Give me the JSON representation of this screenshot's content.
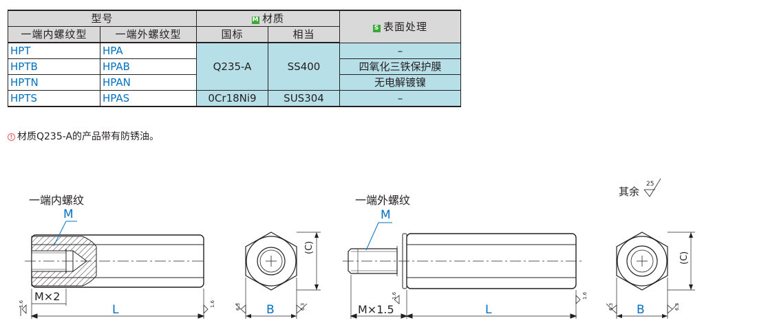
{
  "table": {
    "model_header": "型号",
    "material_header": "材质",
    "material_tag": "M",
    "surface_header": "表面处理",
    "surface_tag": "S",
    "col_internal": "一端内螺纹型",
    "col_external": "一端外螺纹型",
    "col_gb": "国标",
    "col_equiv": "相当",
    "rows": [
      {
        "internal": "HPT",
        "external": "HPA",
        "surface": "–"
      },
      {
        "internal": "HPTB",
        "external": "HPAB",
        "surface": "四氧化三铁保护膜"
      },
      {
        "internal": "HPTN",
        "external": "HPAN",
        "surface": "无电解镀镍"
      },
      {
        "internal": "HPTS",
        "external": "HPAS",
        "surface": "–"
      }
    ],
    "material_groups": [
      {
        "gb": "Q235-A",
        "equiv": "SS400"
      },
      {
        "gb": "0Cr18Ni9",
        "equiv": "SUS304"
      }
    ]
  },
  "note": {
    "icon": "!",
    "text": "材质Q235-A的产品带有防锈油。"
  },
  "drawings": {
    "internal_title": "一端内螺纹",
    "external_title": "一端外螺纹",
    "surface_rest": "其余",
    "roughness_main": "25",
    "roughness_16": "1.6",
    "roughness_63": "6.3",
    "thread_label": "M",
    "internal_depth_label": "M×2",
    "external_length_label": "M×1.5",
    "length_label": "L",
    "width_label": "B",
    "across_corners_label": "(C)"
  },
  "colors": {
    "table_header": "#d9d9d9",
    "material_fill": "#b7dfe8",
    "model_code": "#0070c0",
    "tag_green": "#3aa935",
    "note_icon": "#e65a5a",
    "dimension_blue": "#0070c0"
  }
}
